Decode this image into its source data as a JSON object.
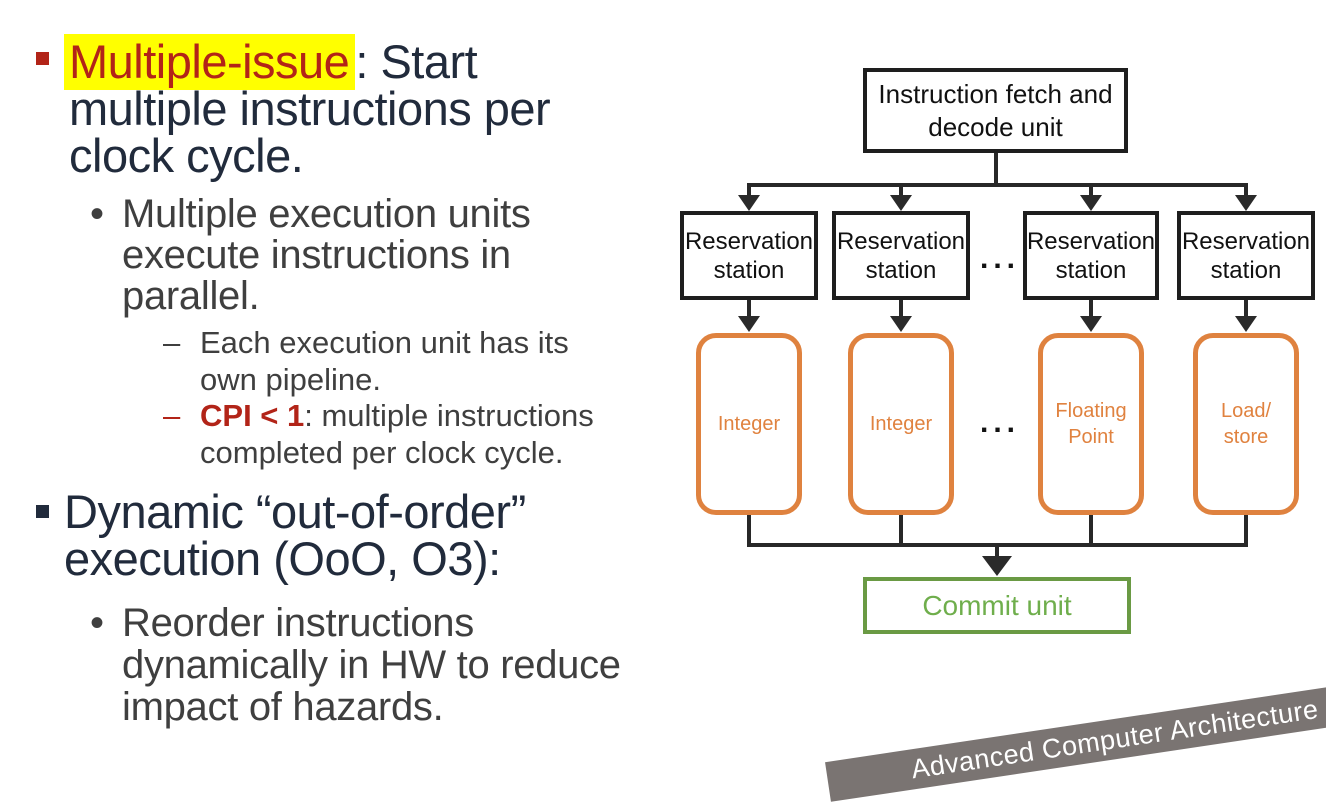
{
  "content": {
    "bullet_char": "•",
    "dash_char": "–",
    "b1": {
      "highlight": "Multiple-issue",
      "l1_rest": ": Start",
      "l2": "multiple instructions per",
      "l3": "clock cycle."
    },
    "b1_sub": {
      "l1": "Multiple execution units",
      "l2": "execute instructions in",
      "l3": "parallel."
    },
    "b1_sub2a": {
      "l1": "Each execution unit has its",
      "l2": "own pipeline."
    },
    "b1_sub2b": {
      "bold": "CPI < 1",
      "l1_rest": ": multiple instructions",
      "l2": "completed per clock cycle."
    },
    "b2": {
      "l1": "Dynamic “out-of-order”",
      "l2": "execution (OoO, O3):"
    },
    "b2_sub": {
      "l1": "Reorder instructions",
      "l2": "dynamically in HW to reduce",
      "l3": "impact of hazards."
    }
  },
  "diagram": {
    "fetch_box": {
      "l1": "Instruction fetch and",
      "l2": "decode unit"
    },
    "rs_label": {
      "l1": "Reservation",
      "l2": "station"
    },
    "ellipsis": "...",
    "units": {
      "u1": "Integer",
      "u2": "Integer",
      "u3": "Floating\nPoint",
      "u4": "Load/\nstore"
    },
    "commit_label": "Commit unit"
  },
  "banner": {
    "text": "Advanced Computer Architecture"
  },
  "colors": {
    "accent_red": "#B22418",
    "highlight_yellow": "#FFFF00",
    "heading_navy": "#212B3C",
    "body_gray": "#3F3F3F",
    "unit_orange": "#DF823F",
    "commit_green_border": "#6A9A44",
    "commit_green_text": "#6FAE4C",
    "banner_gray": "#7A7472",
    "line_dark": "#282828"
  }
}
